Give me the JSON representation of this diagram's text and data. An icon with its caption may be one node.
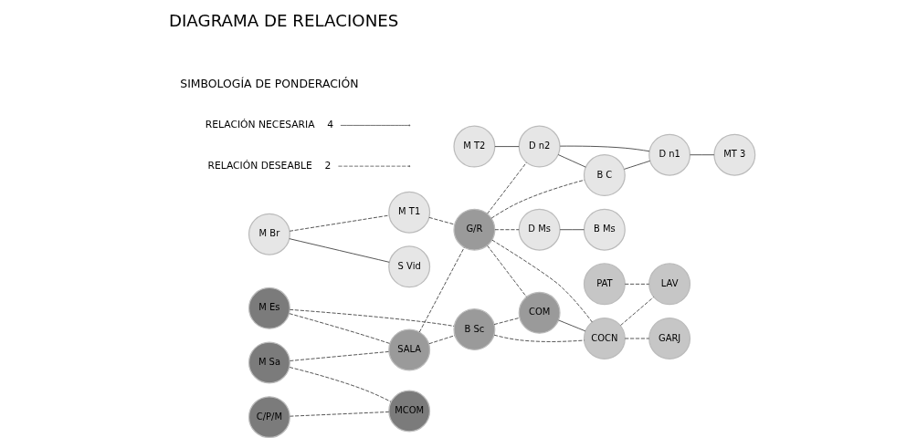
{
  "diagram": {
    "title": "DIAGRAMA DE RELACIONES",
    "nodes": [
      {
        "text": [
          "S Vid"
        ]
      },
      {
        "text": [
          "M Br"
        ]
      },
      {
        "text": [
          "M T1"
        ]
      },
      {
        "text": [
          "M T2"
        ]
      },
      {
        "text": [
          "C/P/M"
        ]
      },
      {
        "text": [
          "M Sa"
        ]
      },
      {
        "text": [
          "M Es"
        ]
      },
      {
        "text": [
          "B Sc"
        ]
      },
      {
        "text": [
          "D n2"
        ]
      },
      {
        "text": [
          "D n1"
        ]
      },
      {
        "text": [
          "SALA"
        ]
      },
      {
        "text": [
          "G/R"
        ]
      },
      {
        "text": [
          "B C"
        ]
      },
      {
        "text": [
          "MCOM"
        ]
      },
      {
        "text": [
          "MT 3"
        ]
      },
      {
        "text": [
          "D Ms"
        ]
      },
      {
        "text": [
          "COM"
        ]
      },
      {
        "text": [
          "B Ms"
        ]
      },
      {
        "text": [
          "COCN"
        ]
      },
      {
        "text": [
          "PAT"
        ]
      },
      {
        "text": [
          "LAV"
        ]
      },
      {
        "text": [
          "GARJ"
        ]
      }
    ],
    "edges": [
      {
        "from": 1,
        "to": 0,
        "arrow": "none"
      },
      {
        "from": 1,
        "to": 2,
        "arrow": "none",
        "style": "dashed"
      },
      {
        "from": 2,
        "to": 11,
        "arrow": "none",
        "style": "dashed"
      },
      {
        "from": 4,
        "to": 13,
        "arrow": "none",
        "style": "dashed"
      },
      {
        "from": 5,
        "to": 13,
        "arrow": "none",
        "style": "dashed"
      },
      {
        "from": 5,
        "to": 10,
        "arrow": "none",
        "style": "dashed"
      },
      {
        "from": 6,
        "to": 7,
        "arrow": "none",
        "style": "dashed"
      },
      {
        "from": 6,
        "to": 10,
        "arrow": "none",
        "style": "dashed"
      },
      {
        "from": 10,
        "to": 7,
        "arrow": "none",
        "style": "dashed"
      },
      {
        "from": 10,
        "to": 11,
        "arrow": "none",
        "style": "dashed"
      },
      {
        "from": 7,
        "to": 16,
        "arrow": "none",
        "style": "dashed"
      },
      {
        "from": 7,
        "to": 18,
        "arrow": "none",
        "style": "dashed"
      },
      {
        "from": 11,
        "to": 16,
        "arrow": "none",
        "style": "dashed"
      },
      {
        "from": 11,
        "to": 18,
        "arrow": "none",
        "style": "dashed"
      },
      {
        "from": 11,
        "to": 8,
        "arrow": "none",
        "style": "dashed"
      },
      {
        "from": 11,
        "to": 12,
        "arrow": "none",
        "style": "dashed"
      },
      {
        "from": 11,
        "to": 15,
        "arrow": "none",
        "style": "dashed"
      },
      {
        "from": 3,
        "to": 8,
        "arrow": "none"
      },
      {
        "from": 8,
        "to": 9,
        "arrow": "none"
      },
      {
        "from": 8,
        "to": 12,
        "arrow": "none"
      },
      {
        "from": 12,
        "to": 9,
        "arrow": "none"
      },
      {
        "from": 9,
        "to": 14,
        "arrow": "none"
      },
      {
        "from": 15,
        "to": 17,
        "arrow": "none"
      },
      {
        "from": 16,
        "to": 18,
        "arrow": "none"
      },
      {
        "from": 19,
        "to": 20,
        "arrow": "none",
        "style": "dashed"
      },
      {
        "from": 18,
        "to": 20,
        "arrow": "none",
        "style": "dashed"
      },
      {
        "from": 18,
        "to": 21,
        "arrow": "none",
        "style": "dashed"
      }
    ],
    "labels": [
      "SIMBOLOGÍA DE PONDERACIÓN",
      "4",
      "2"
    ],
    "legend": [
      {
        "text": "RELACIÓN NECESARIA"
      },
      {
        "text": "RELACIÓN DESEABLE"
      }
    ]
  }
}
